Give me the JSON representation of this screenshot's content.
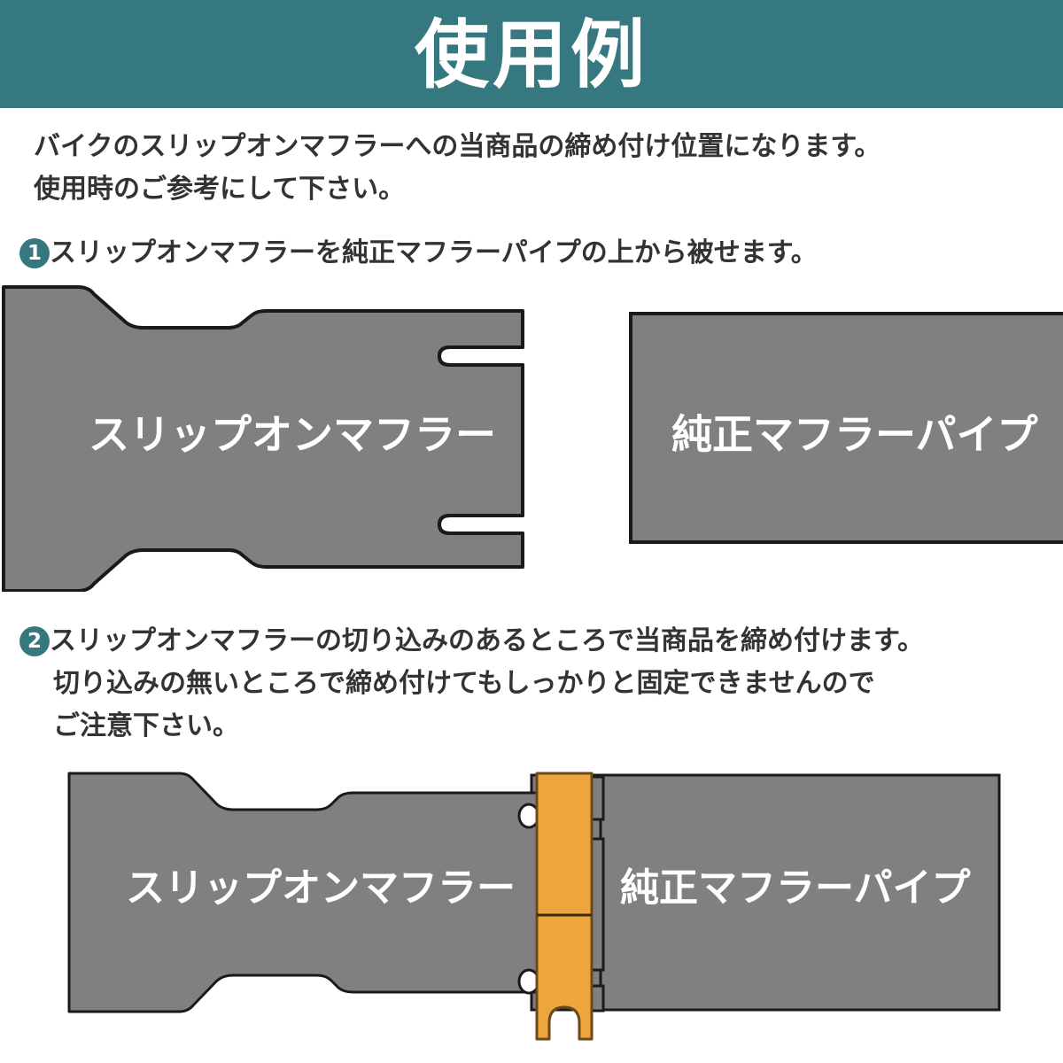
{
  "header": {
    "title": "使用例",
    "background_color": "#35787f",
    "text_color": "#ffffff"
  },
  "intro": {
    "line1": "バイクのスリップオンマフラーへの当商品の締め付け位置になります。",
    "line2": "使用時のご参考にして下さい。"
  },
  "steps": [
    {
      "number": "1",
      "lines": [
        "スリップオンマフラーを純正マフラーパイプの上から被せます。"
      ]
    },
    {
      "number": "2",
      "lines": [
        "スリップオンマフラーの切り込みのあるところで当商品を締め付けます。",
        "切り込みの無いところで締め付けてもしっかりと固定できませんので",
        "ご注意下さい。"
      ]
    }
  ],
  "diagram1": {
    "muffler_label": "スリップオンマフラー",
    "pipe_label": "純正マフラーパイプ"
  },
  "diagram2": {
    "muffler_label": "スリップオンマフラー",
    "pipe_label": "純正マフラーパイプ"
  },
  "colors": {
    "teal": "#35787f",
    "metal_gray": "#808080",
    "outline": "#1a1a1a",
    "clamp_orange": "#eda53e",
    "clamp_outline": "#6b4a18",
    "text_dark": "#333333",
    "white": "#ffffff"
  }
}
